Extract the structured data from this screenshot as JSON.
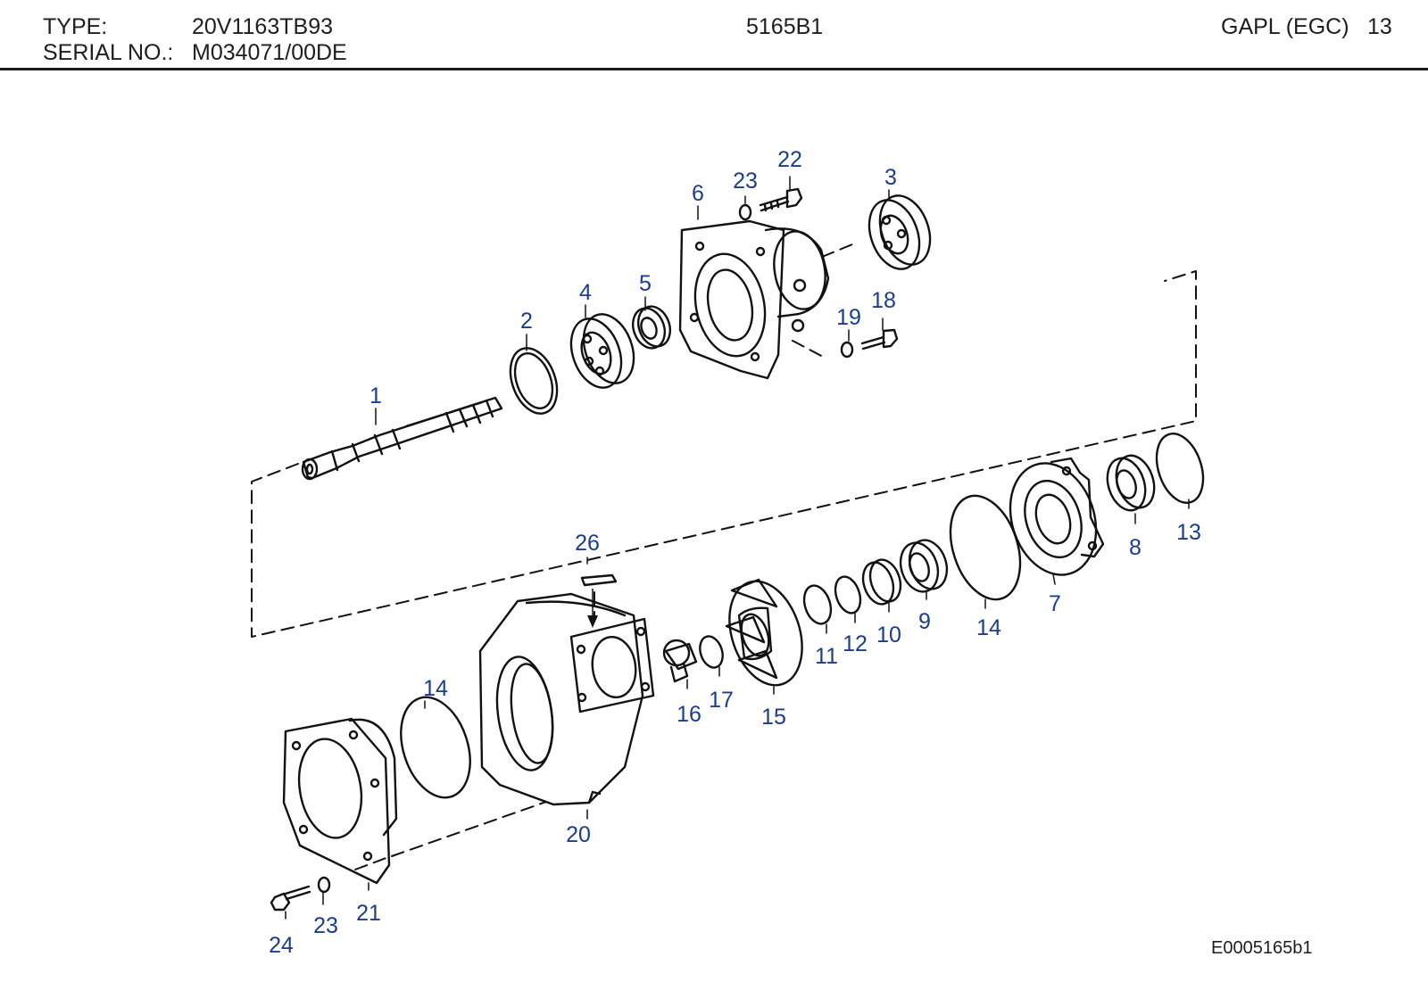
{
  "header": {
    "type_label": "TYPE:",
    "type_value": "20V1163TB93",
    "serial_label": "SERIAL NO.:",
    "serial_value": "M034071/00DE",
    "drawing_no": "5165B1",
    "group_label": "GAPL (EGC)",
    "page_no": "13"
  },
  "diagram": {
    "callout_color": "#1a3d8f",
    "line_color": "#111111",
    "callouts": [
      "1",
      "2",
      "3",
      "4",
      "5",
      "6",
      "7",
      "8",
      "9",
      "10",
      "11",
      "12",
      "13",
      "14",
      "14",
      "15",
      "16",
      "17",
      "18",
      "19",
      "20",
      "21",
      "22",
      "23",
      "23",
      "24",
      "26"
    ]
  },
  "footer": {
    "figure_id": "E0005165b1"
  }
}
